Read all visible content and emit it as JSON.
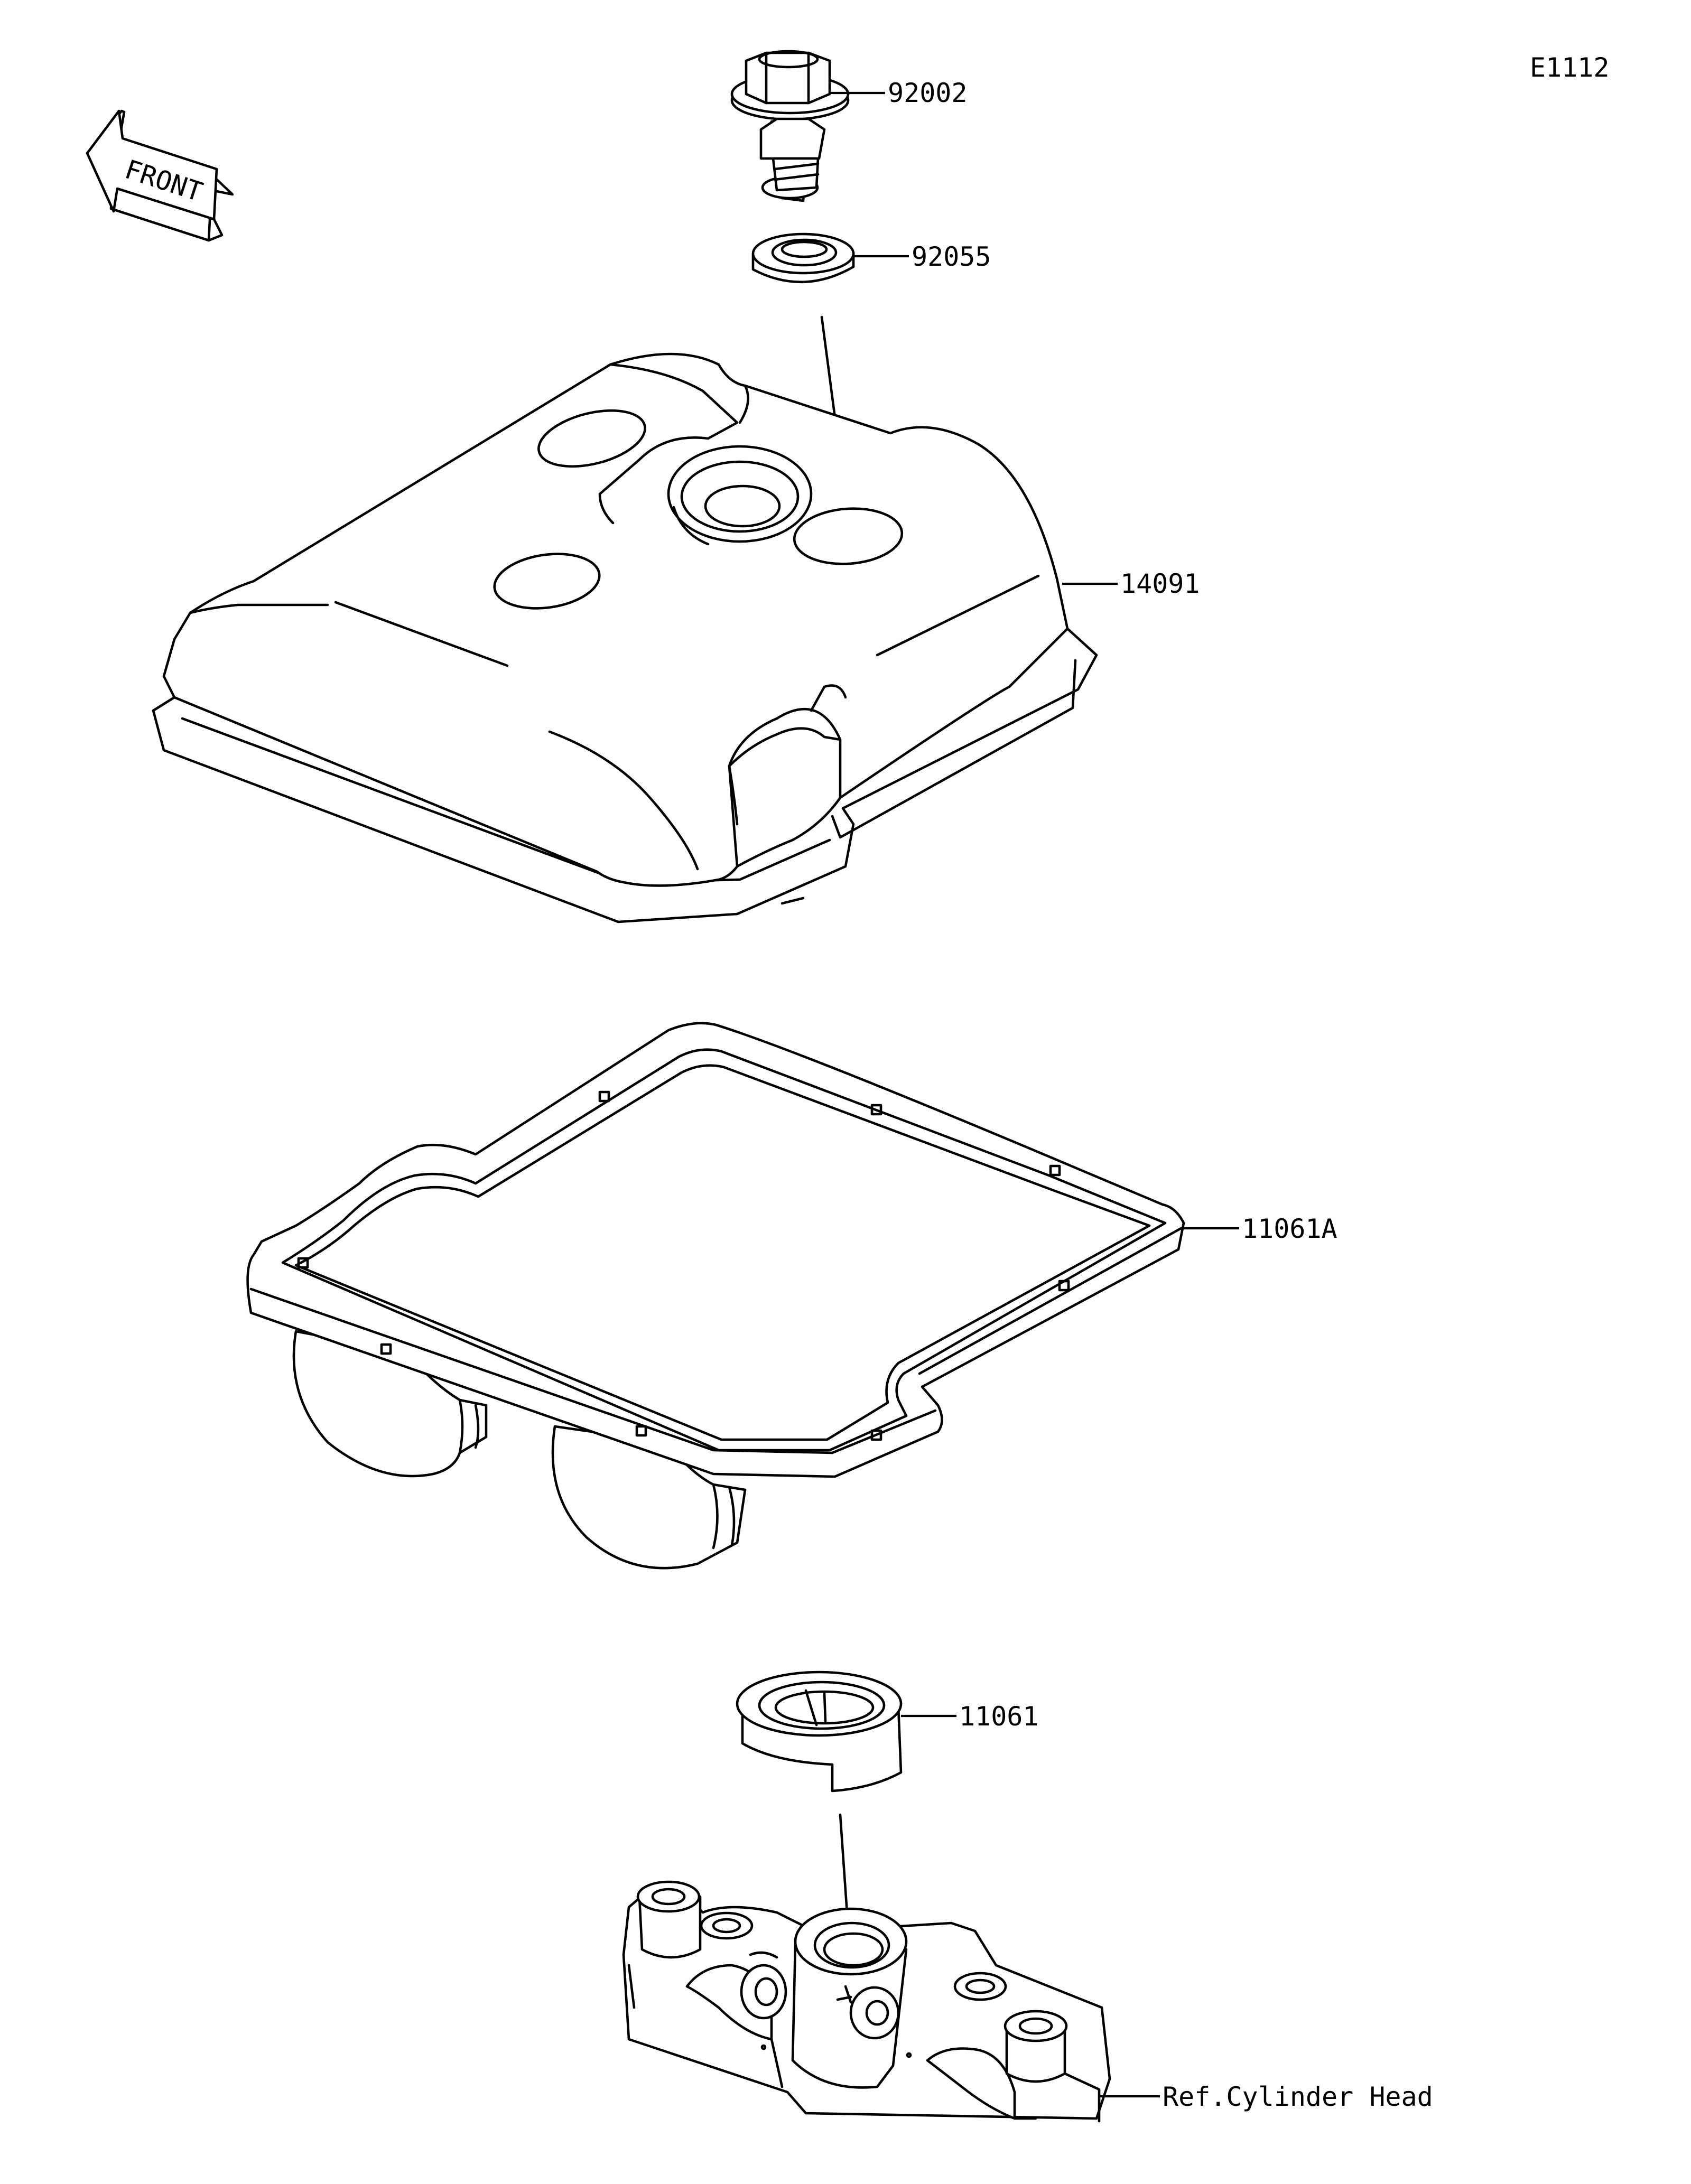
{
  "diagram_code": "E1112",
  "front_label": "FRONT",
  "parts": [
    {
      "number": "92002"
    },
    {
      "number": "92055"
    },
    {
      "number": "14091"
    },
    {
      "number": "11061A"
    },
    {
      "number": "11061"
    }
  ],
  "reference": "Ref.Cylinder Head",
  "colors": {
    "ink": "#000000",
    "paper": "#ffffff"
  }
}
